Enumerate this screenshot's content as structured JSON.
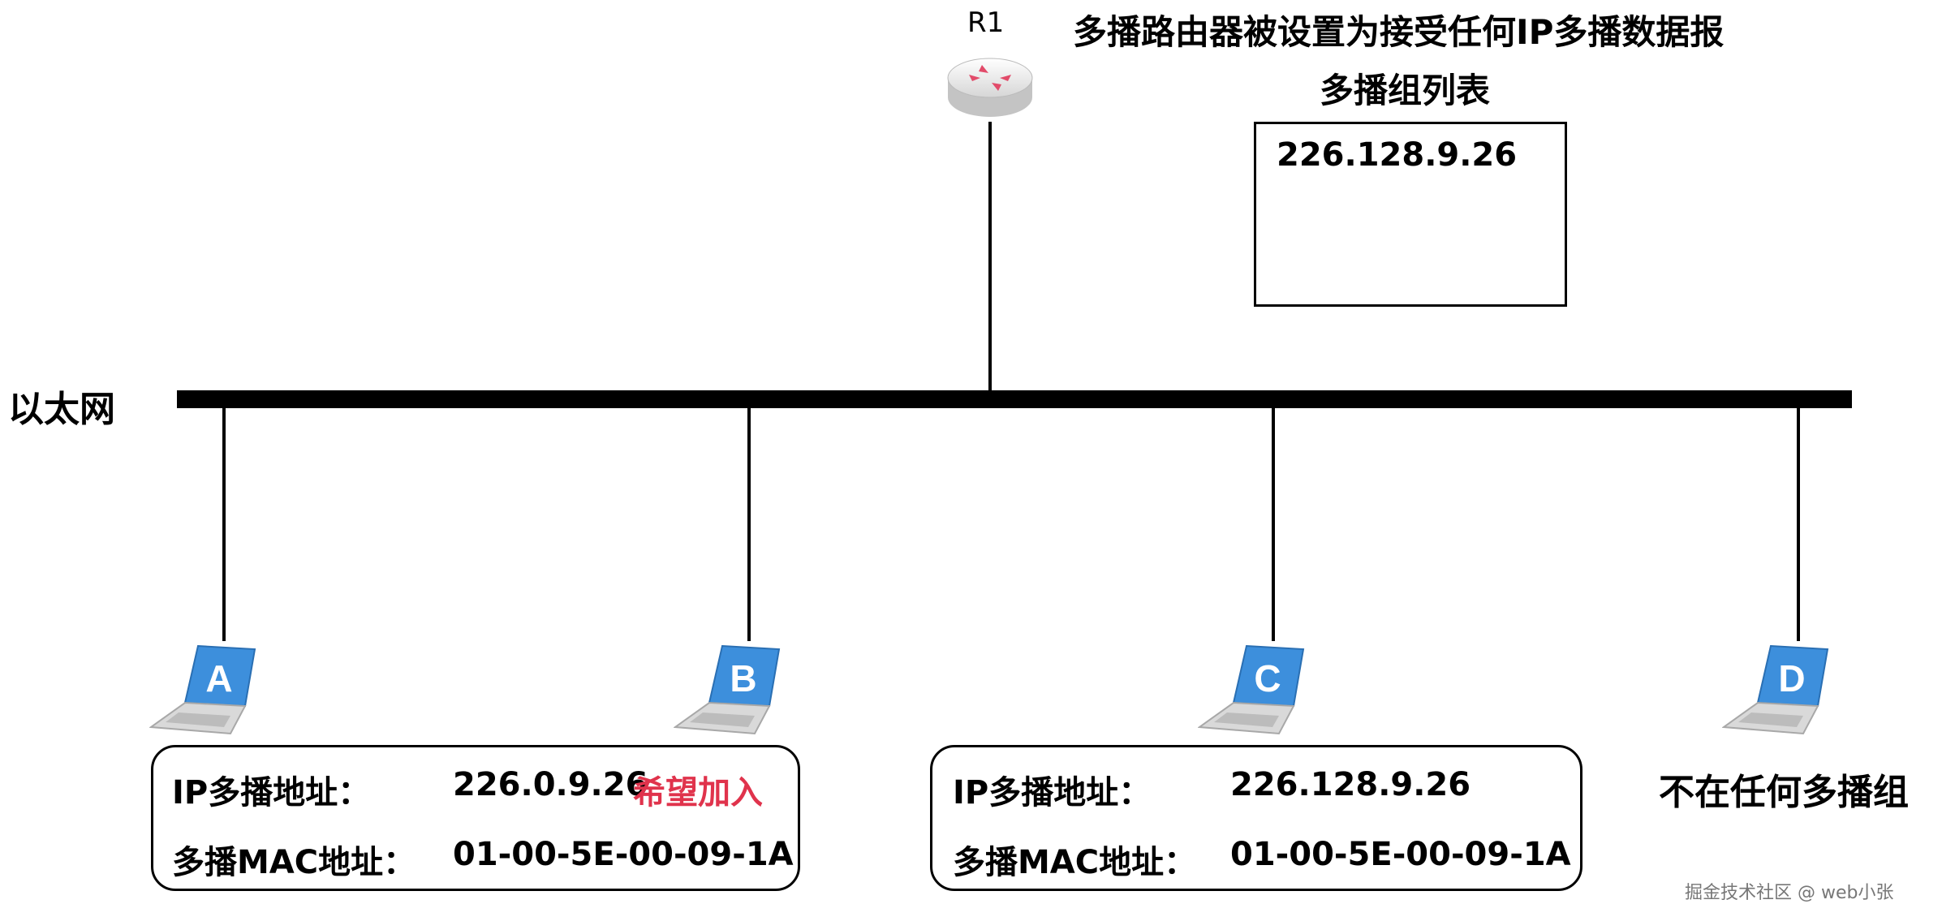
{
  "router": {
    "label": "R1",
    "note": "多播路由器被设置为接受任何IP多播数据报",
    "group_list_title": "多播组列表",
    "group_list_entries": [
      "226.128.9.26"
    ]
  },
  "network": {
    "label": "以太网"
  },
  "hosts": [
    {
      "letter": "A"
    },
    {
      "letter": "B"
    },
    {
      "letter": "C"
    },
    {
      "letter": "D"
    }
  ],
  "box_left": {
    "ip_label": "IP多播地址：",
    "ip_value": "226.0.9.26",
    "wish": "希望加入",
    "mac_label": "多播MAC地址：",
    "mac_value": "01-00-5E-00-09-1A"
  },
  "box_right": {
    "ip_label": "IP多播地址：",
    "ip_value": "226.128.9.26",
    "mac_label": "多播MAC地址：",
    "mac_value": "01-00-5E-00-09-1A"
  },
  "host_d_note": "不在任何多播组",
  "watermark": "掘金技术社区 @ web小张",
  "colors": {
    "accent_red": "#e0334c",
    "laptop_blue": "#3d8fdc"
  }
}
